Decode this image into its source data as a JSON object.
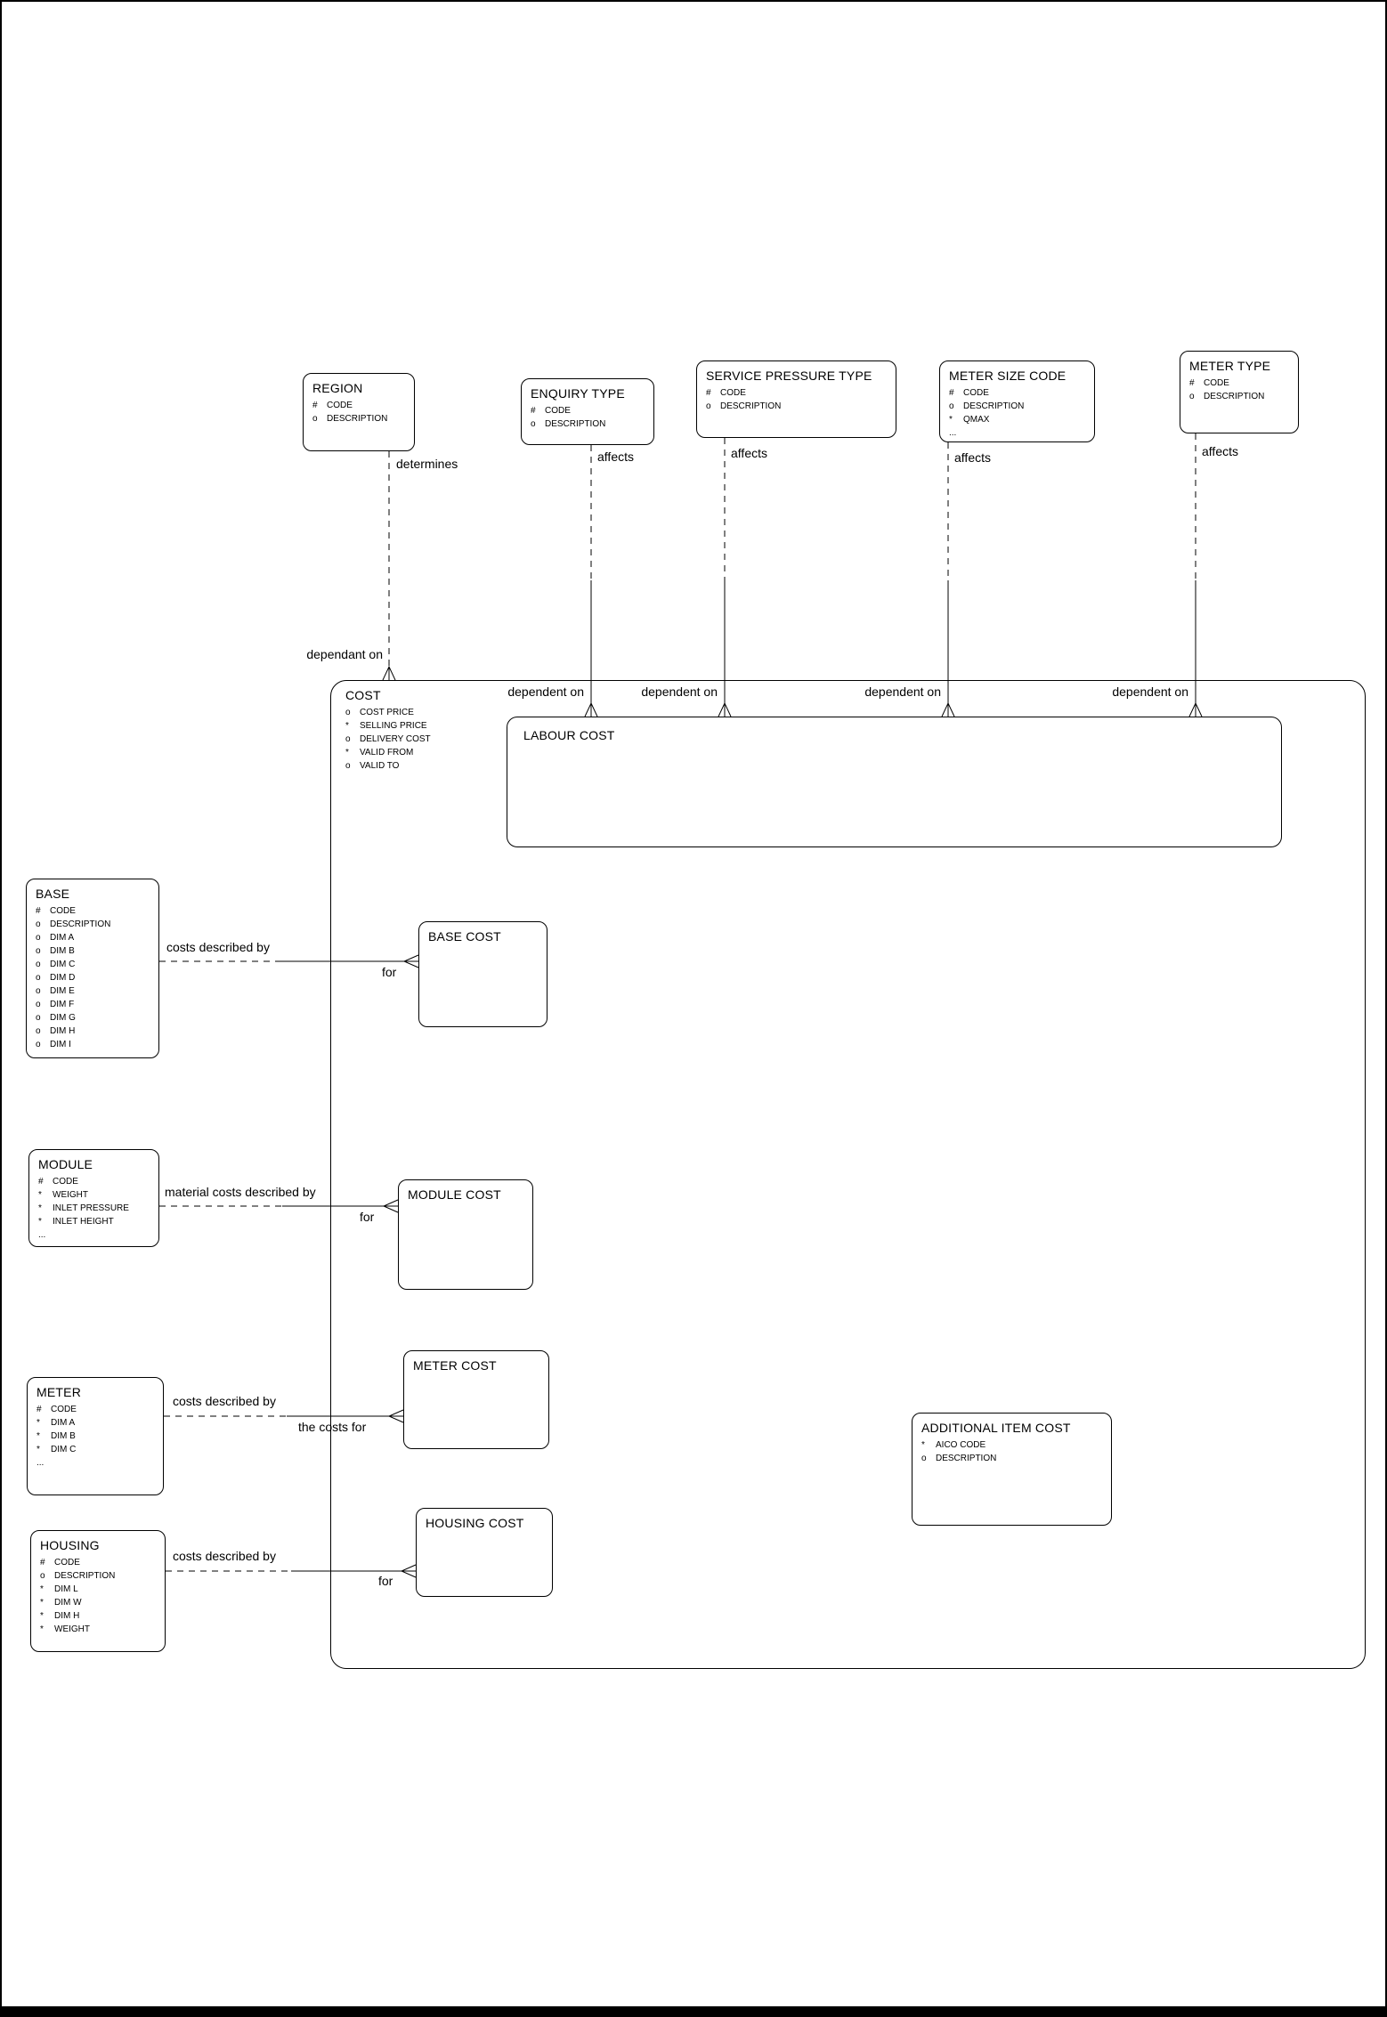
{
  "colors": {
    "ink": "#000000",
    "paper": "#ffffff"
  },
  "entities": {
    "region": {
      "title": "REGION",
      "attrs": [
        "# CODE",
        "o DESCRIPTION"
      ]
    },
    "enquiry_type": {
      "title": "ENQUIRY TYPE",
      "attrs": [
        "# CODE",
        "o DESCRIPTION"
      ]
    },
    "service_pressure_type": {
      "title": "SERVICE PRESSURE TYPE",
      "attrs": [
        "# CODE",
        "o DESCRIPTION"
      ]
    },
    "meter_size_code": {
      "title": "METER SIZE CODE",
      "attrs": [
        "# CODE",
        "o DESCRIPTION",
        "* QMAX",
        "..."
      ]
    },
    "meter_type": {
      "title": "METER TYPE",
      "attrs": [
        "# CODE",
        "o DESCRIPTION"
      ]
    },
    "cost": {
      "title": "COST",
      "attrs": [
        "o COST PRICE",
        "* SELLING PRICE",
        "o DELIVERY COST",
        "* VALID FROM",
        "o VALID TO"
      ]
    },
    "labour_cost": {
      "title": "LABOUR COST",
      "attrs": []
    },
    "base": {
      "title": "BASE",
      "attrs": [
        "# CODE",
        "o DESCRIPTION",
        "o DIM A",
        "o DIM B",
        "o DIM C",
        "o DIM D",
        "o DIM E",
        "o DIM F",
        "o DIM G",
        "o DIM H",
        "o DIM I"
      ]
    },
    "base_cost": {
      "title": "BASE COST",
      "attrs": []
    },
    "module": {
      "title": "MODULE",
      "attrs": [
        "# CODE",
        "* WEIGHT",
        "* INLET PRESSURE",
        "* INLET HEIGHT",
        "..."
      ]
    },
    "module_cost": {
      "title": "MODULE COST",
      "attrs": []
    },
    "meter": {
      "title": "METER",
      "attrs": [
        "# CODE",
        "* DIM A",
        "* DIM B",
        "* DIM C",
        "..."
      ]
    },
    "meter_cost": {
      "title": "METER COST",
      "attrs": []
    },
    "housing": {
      "title": "HOUSING",
      "attrs": [
        "# CODE",
        "o DESCRIPTION",
        "* DIM L",
        "* DIM W",
        "* DIM H",
        "* WEIGHT"
      ]
    },
    "housing_cost": {
      "title": "HOUSING COST",
      "attrs": []
    },
    "additional_item_cost": {
      "title": "ADDITIONAL ITEM COST",
      "attrs": [
        "* AICO CODE",
        "o DESCRIPTION"
      ]
    }
  },
  "relationships": [
    {
      "from": "REGION",
      "to": "COST",
      "near_label": "determines",
      "far_label": "dependant on"
    },
    {
      "from": "ENQUIRY TYPE",
      "to": "LABOUR COST",
      "near_label": "affects",
      "far_label": "dependent on"
    },
    {
      "from": "SERVICE PRESSURE TYPE",
      "to": "LABOUR COST",
      "near_label": "affects",
      "far_label": "dependent on"
    },
    {
      "from": "METER SIZE CODE",
      "to": "LABOUR COST",
      "near_label": "affects",
      "far_label": "dependent on"
    },
    {
      "from": "METER TYPE",
      "to": "LABOUR COST",
      "near_label": "affects",
      "far_label": "dependent on"
    },
    {
      "from": "BASE",
      "to": "BASE COST",
      "near_label": "costs described by",
      "far_label": "for"
    },
    {
      "from": "MODULE",
      "to": "MODULE COST",
      "near_label": "material costs described by",
      "far_label": "for"
    },
    {
      "from": "METER",
      "to": "METER COST",
      "near_label": "costs described by",
      "far_label": "the costs for"
    },
    {
      "from": "HOUSING",
      "to": "HOUSING COST",
      "near_label": "costs described by",
      "far_label": "for"
    }
  ]
}
